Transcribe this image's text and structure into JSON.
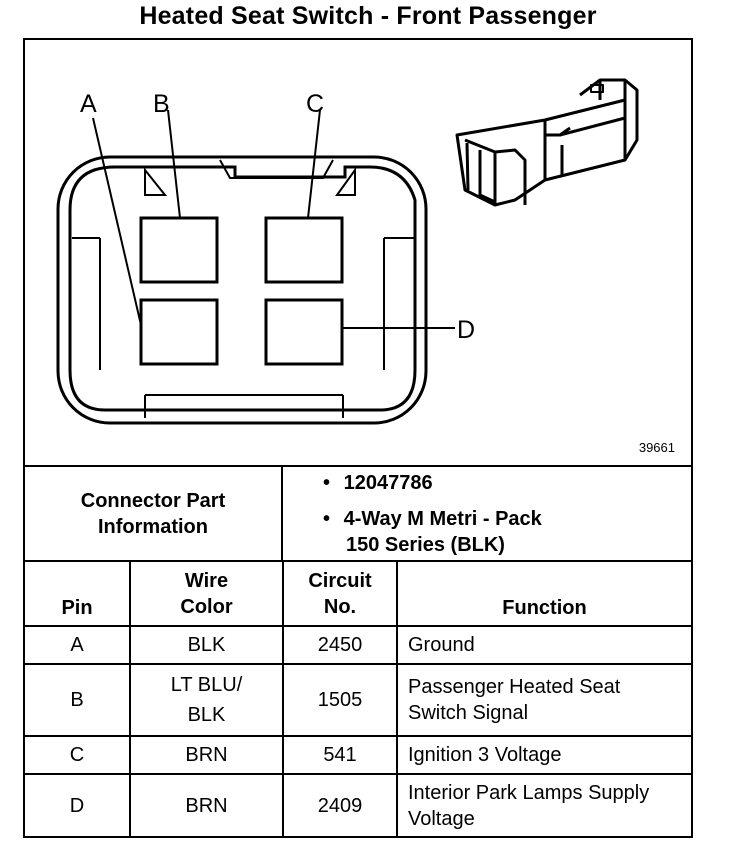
{
  "title": "Heated Seat Switch - Front Passenger",
  "diagram": {
    "labels": {
      "a": "A",
      "b": "B",
      "c": "C",
      "d": "D"
    },
    "code": "39661"
  },
  "connector": {
    "header": "Connector Part Information",
    "part_number": "12047786",
    "description_line1": "4-Way M Metri - Pack",
    "description_line2": "150 Series (BLK)"
  },
  "table": {
    "headers": {
      "pin": "Pin",
      "wire_color": "Wire Color",
      "circuit": "Circuit No.",
      "function": "Function"
    },
    "rows": [
      {
        "pin": "A",
        "color": "BLK",
        "circuit": "2450",
        "function": "Ground"
      },
      {
        "pin": "B",
        "color": "LT BLU/ BLK",
        "circuit": "1505",
        "function": "Passenger Heated Seat Switch Signal"
      },
      {
        "pin": "C",
        "color": "BRN",
        "circuit": "541",
        "function": "Ignition 3 Voltage"
      },
      {
        "pin": "D",
        "color": "BRN",
        "circuit": "2409",
        "function": "Interior Park Lamps Supply Voltage"
      }
    ]
  }
}
